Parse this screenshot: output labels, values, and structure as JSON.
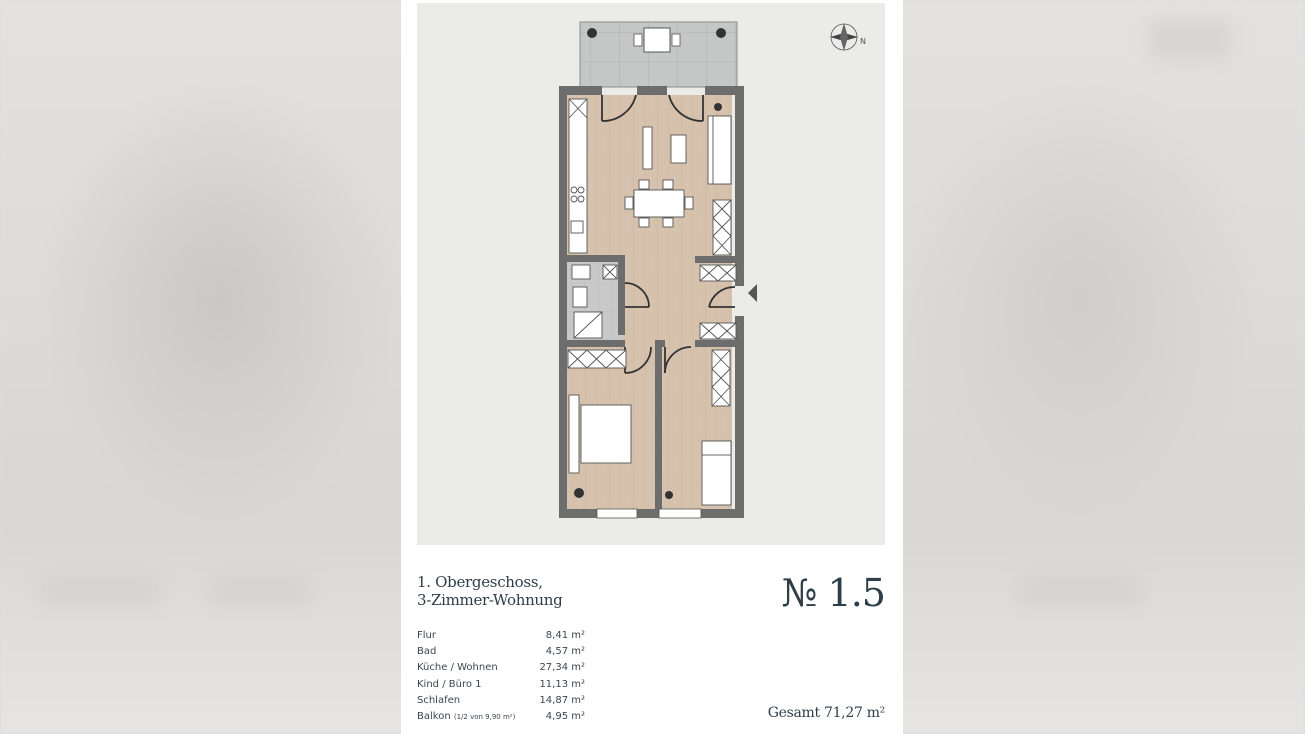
{
  "floorplan": {
    "title_line1": "1. Obergeschoss,",
    "title_line2": "3-Zimmer-Wohnung",
    "apartment_number": "№ 1.5",
    "north_label": "N",
    "rooms": [
      {
        "name": "Flur",
        "note": "",
        "area": "8,41 m²"
      },
      {
        "name": "Bad",
        "note": "",
        "area": "4,57 m²"
      },
      {
        "name": "Küche / Wohnen",
        "note": "",
        "area": "27,34 m²"
      },
      {
        "name": "Kind / Büro 1",
        "note": "",
        "area": "11,13 m²"
      },
      {
        "name": "Schlafen",
        "note": "",
        "area": "14,87 m²"
      },
      {
        "name": "Balkon",
        "note": "(1/2 von 9,90 m²)",
        "area": "4,95 m²"
      }
    ],
    "total_label": "Gesamt 71,27 m²"
  },
  "colors": {
    "text": "#2e3e48",
    "wall": "#6b6b6b",
    "floor": "#d5c1ac",
    "tile": "#c8c8c8"
  }
}
